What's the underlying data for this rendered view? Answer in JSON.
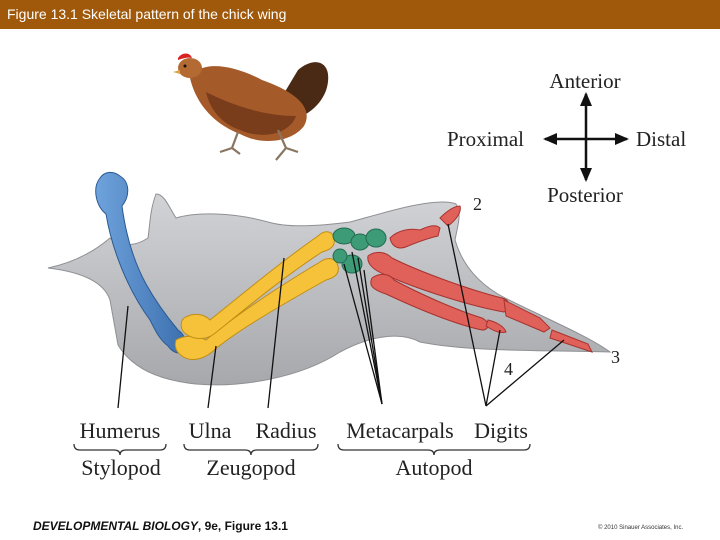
{
  "header": {
    "title": "Figure 13.1  Skeletal pattern of the chick wing"
  },
  "compass": {
    "anterior": "Anterior",
    "proximal": "Proximal",
    "distal": "Distal",
    "posterior": "Posterior"
  },
  "digit_numbers": {
    "digit2": "2",
    "digit3": "3",
    "digit4": "4"
  },
  "bone_labels": {
    "humerus": "Humerus",
    "ulna": "Ulna",
    "radius": "Radius",
    "metacarpals": "Metacarpals",
    "digits": "Digits"
  },
  "region_labels": {
    "stylopod": "Stylopod",
    "zeugopod": "Zeugopod",
    "autopod": "Autopod"
  },
  "footer": {
    "source_prefix": "DEVELOPMENTAL BIOLOGY",
    "source_suffix": ", 9e, Figure 13.1",
    "copyright": "© 2010 Sinauer Associates, Inc."
  },
  "colors": {
    "title_bar": "#a0580a",
    "wing_fill": "#b9babd",
    "humerus": "#4f86c6",
    "ulna_radius": "#f5c23a",
    "metacarpals": "#3d9b78",
    "digits": "#e0605a"
  }
}
